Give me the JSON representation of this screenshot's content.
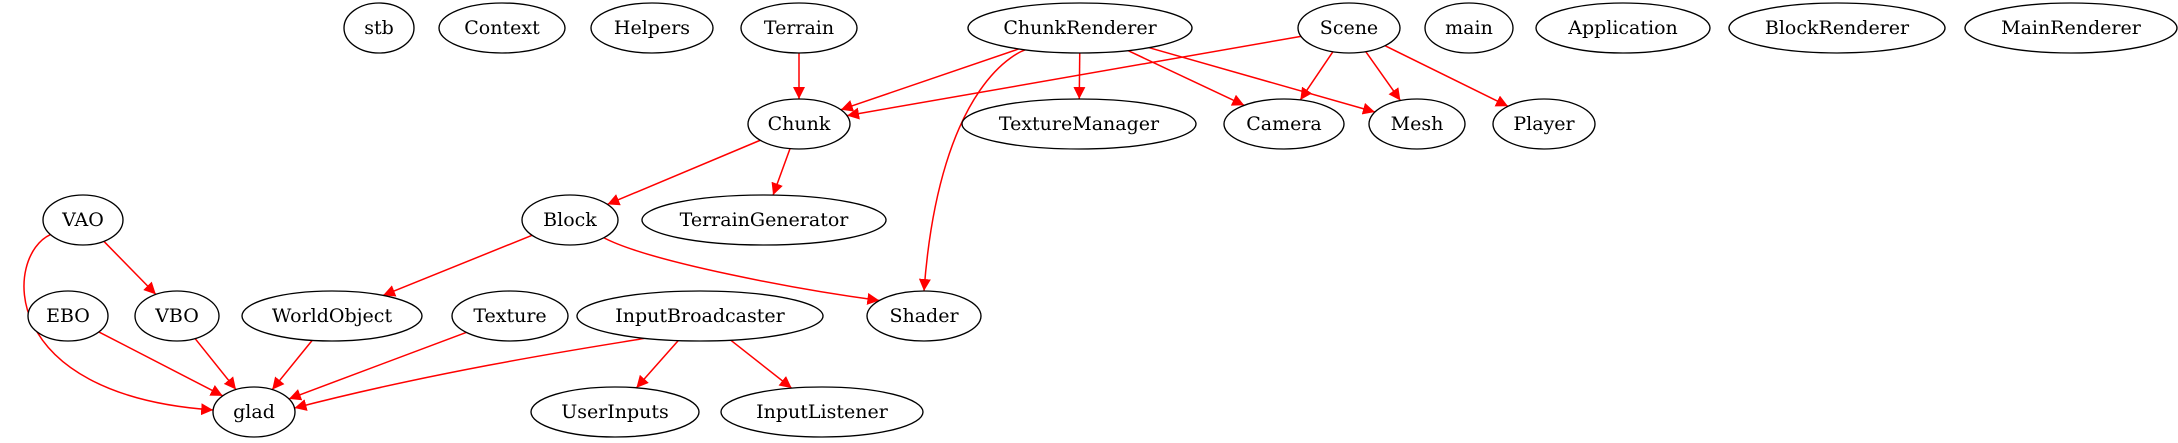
{
  "graph": {
    "edge_color": "#ff0000",
    "node_stroke": "#000000",
    "node_fill": "#ffffff",
    "nodes": [
      {
        "id": "stb",
        "label": "stb"
      },
      {
        "id": "context",
        "label": "Context"
      },
      {
        "id": "helpers",
        "label": "Helpers"
      },
      {
        "id": "terrain",
        "label": "Terrain"
      },
      {
        "id": "chunkrenderer",
        "label": "ChunkRenderer"
      },
      {
        "id": "scene",
        "label": "Scene"
      },
      {
        "id": "main",
        "label": "main"
      },
      {
        "id": "application",
        "label": "Application"
      },
      {
        "id": "blockrenderer",
        "label": "BlockRenderer"
      },
      {
        "id": "mainrenderer",
        "label": "MainRenderer"
      },
      {
        "id": "chunk",
        "label": "Chunk"
      },
      {
        "id": "texturemanager",
        "label": "TextureManager"
      },
      {
        "id": "camera",
        "label": "Camera"
      },
      {
        "id": "mesh",
        "label": "Mesh"
      },
      {
        "id": "player",
        "label": "Player"
      },
      {
        "id": "vao",
        "label": "VAO"
      },
      {
        "id": "block",
        "label": "Block"
      },
      {
        "id": "terraingenerator",
        "label": "TerrainGenerator"
      },
      {
        "id": "ebo",
        "label": "EBO"
      },
      {
        "id": "vbo",
        "label": "VBO"
      },
      {
        "id": "worldobject",
        "label": "WorldObject"
      },
      {
        "id": "texture",
        "label": "Texture"
      },
      {
        "id": "inputbroadcaster",
        "label": "InputBroadcaster"
      },
      {
        "id": "shader",
        "label": "Shader"
      },
      {
        "id": "glad",
        "label": "glad"
      },
      {
        "id": "userinputs",
        "label": "UserInputs"
      },
      {
        "id": "inputlistener",
        "label": "InputListener"
      }
    ],
    "edges": [
      {
        "from": "terrain",
        "to": "chunk"
      },
      {
        "from": "chunkrenderer",
        "to": "chunk"
      },
      {
        "from": "chunkrenderer",
        "to": "texturemanager"
      },
      {
        "from": "chunkrenderer",
        "to": "camera"
      },
      {
        "from": "chunkrenderer",
        "to": "mesh"
      },
      {
        "from": "chunkrenderer",
        "to": "shader"
      },
      {
        "from": "scene",
        "to": "chunk"
      },
      {
        "from": "scene",
        "to": "camera"
      },
      {
        "from": "scene",
        "to": "mesh"
      },
      {
        "from": "scene",
        "to": "player"
      },
      {
        "from": "chunk",
        "to": "block"
      },
      {
        "from": "chunk",
        "to": "terraingenerator"
      },
      {
        "from": "vao",
        "to": "vbo"
      },
      {
        "from": "vao",
        "to": "glad"
      },
      {
        "from": "block",
        "to": "worldobject"
      },
      {
        "from": "block",
        "to": "shader"
      },
      {
        "from": "ebo",
        "to": "glad"
      },
      {
        "from": "vbo",
        "to": "glad"
      },
      {
        "from": "worldobject",
        "to": "glad"
      },
      {
        "from": "texture",
        "to": "glad"
      },
      {
        "from": "inputbroadcaster",
        "to": "glad"
      },
      {
        "from": "inputbroadcaster",
        "to": "userinputs"
      },
      {
        "from": "inputbroadcaster",
        "to": "inputlistener"
      }
    ]
  }
}
